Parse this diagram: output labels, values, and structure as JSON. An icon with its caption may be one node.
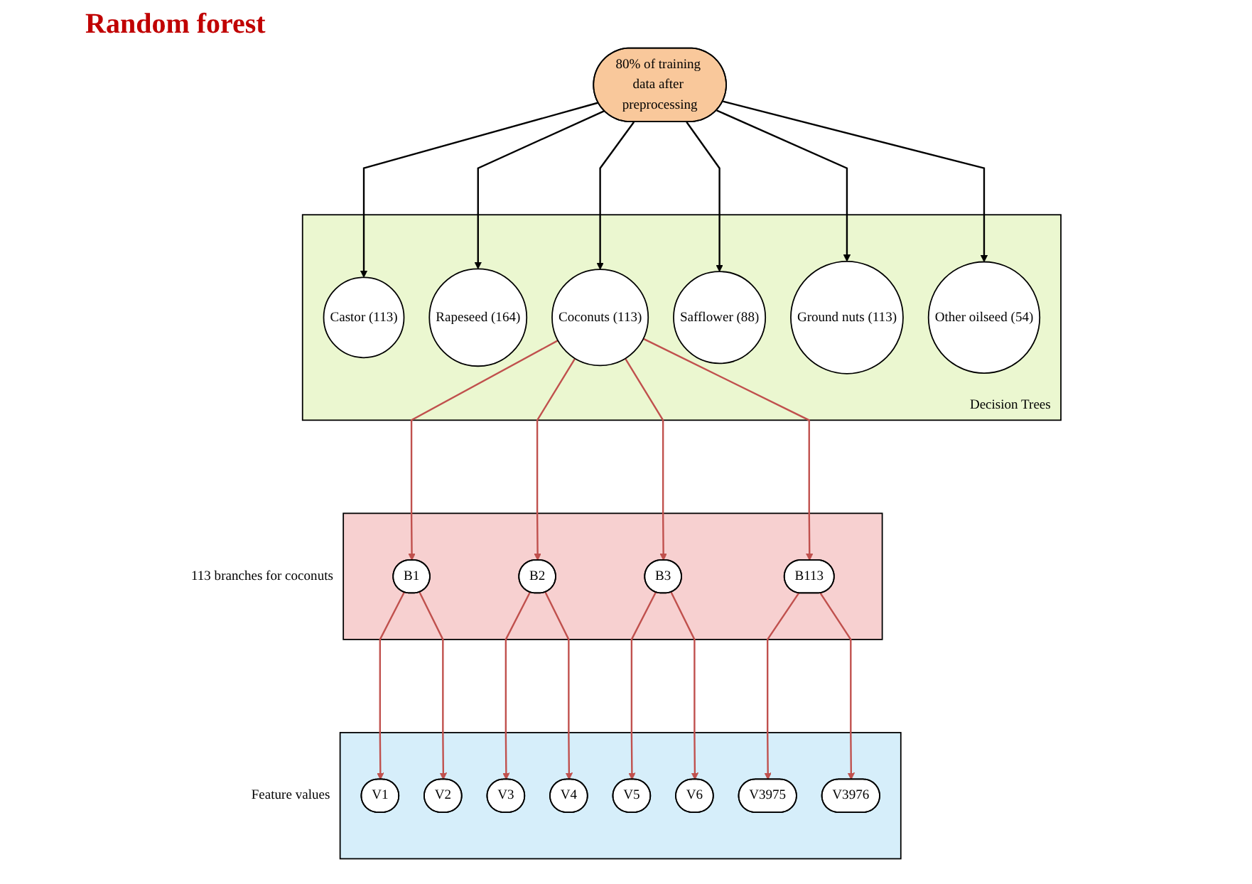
{
  "diagram": {
    "title": "Random forest",
    "nodes": [
      {
        "text": [
          "80% of training data after preprocessing"
        ]
      },
      {
        "text": [
          "Decision Trees"
        ]
      },
      {
        "text": [
          "Castor (113)"
        ],
        "in": 1
      },
      {
        "text": [
          "Rapeseed (164)"
        ],
        "in": 1
      },
      {
        "text": [
          "Coconuts (113)"
        ],
        "in": 1
      },
      {
        "text": [
          "Safflower (88)"
        ],
        "in": 1
      },
      {
        "text": [
          "Ground nuts (113)"
        ],
        "in": 1
      },
      {
        "text": [
          "Other oilseed (54)"
        ],
        "in": 1
      },
      {
        "text": [
          "113 branches for coconuts"
        ]
      },
      {
        "text": [
          "B1"
        ],
        "in": 8
      },
      {
        "text": [
          "B2"
        ],
        "in": 8
      },
      {
        "text": [
          "B3"
        ],
        "in": 8
      },
      {
        "text": [
          "B113"
        ],
        "in": 8
      },
      {
        "text": [
          "Feature values"
        ]
      },
      {
        "text": [
          "V1"
        ],
        "in": 13
      },
      {
        "text": [
          "V2"
        ],
        "in": 13
      },
      {
        "text": [
          "V3"
        ],
        "in": 13
      },
      {
        "text": [
          "V4"
        ],
        "in": 13
      },
      {
        "text": [
          "V5"
        ],
        "in": 13
      },
      {
        "text": [
          "V6"
        ],
        "in": 13
      },
      {
        "text": [
          "V3975"
        ],
        "in": 13
      },
      {
        "text": [
          "V3976"
        ],
        "in": 13
      }
    ],
    "edges": [
      {
        "from": 0,
        "to": 2,
        "arrow": "to",
        "color": "#000000"
      },
      {
        "from": 0,
        "to": 3,
        "arrow": "to",
        "color": "#000000"
      },
      {
        "from": 0,
        "to": 4,
        "arrow": "to",
        "color": "#000000"
      },
      {
        "from": 0,
        "to": 5,
        "arrow": "to",
        "color": "#000000"
      },
      {
        "from": 0,
        "to": 6,
        "arrow": "to",
        "color": "#000000"
      },
      {
        "from": 0,
        "to": 7,
        "arrow": "to",
        "color": "#000000"
      },
      {
        "from": 4,
        "to": 9,
        "arrow": "to"
      },
      {
        "from": 4,
        "to": 10,
        "arrow": "to"
      },
      {
        "from": 4,
        "to": 11,
        "arrow": "to"
      },
      {
        "from": 4,
        "to": 12,
        "arrow": "to"
      },
      {
        "from": 9,
        "to": 14,
        "arrow": "to"
      },
      {
        "from": 9,
        "to": 15,
        "arrow": "to"
      },
      {
        "from": 10,
        "to": 16,
        "arrow": "to"
      },
      {
        "from": 10,
        "to": 17,
        "arrow": "to"
      },
      {
        "from": 11,
        "to": 18,
        "arrow": "to"
      },
      {
        "from": 11,
        "to": 19,
        "arrow": "to"
      },
      {
        "from": 12,
        "to": 20,
        "arrow": "to"
      },
      {
        "from": 12,
        "to": 21,
        "arrow": "to"
      }
    ]
  }
}
